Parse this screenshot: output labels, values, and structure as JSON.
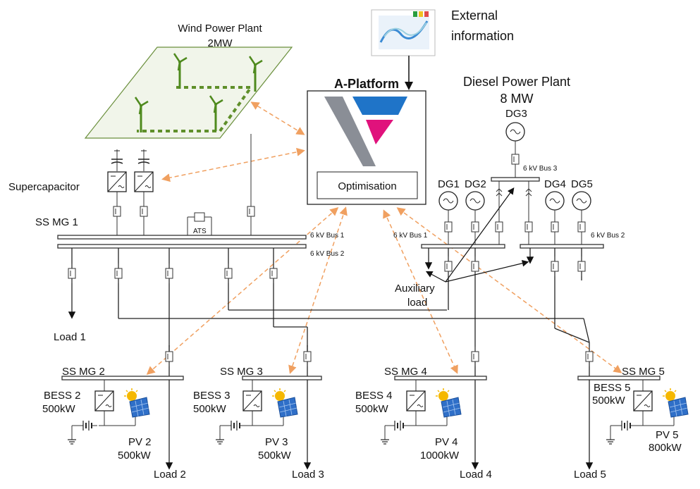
{
  "wind": {
    "title": "Wind Power Plant",
    "capacity": "2MW"
  },
  "external": {
    "line1": "External",
    "line2": "information"
  },
  "platform": {
    "title": "A-Platform",
    "button": "Optimisation"
  },
  "diesel": {
    "title": "Diesel Power Plant",
    "capacity": "8 MW",
    "generators": [
      "DG1",
      "DG2",
      "DG3",
      "DG4",
      "DG5"
    ]
  },
  "buses": {
    "bus1": "6 kV Bus 1",
    "bus2": "6 kV Bus 2",
    "bus3": "6 kV Bus 3"
  },
  "supercap": {
    "label": "Supercapacitor"
  },
  "ssmg1": {
    "label": "SS MG 1",
    "ats": "ATS"
  },
  "auxiliary": {
    "line1": "Auxiliary",
    "line2": "load"
  },
  "loads": {
    "load1": "Load 1",
    "load2": "Load 2",
    "load3": "Load 3",
    "load4": "Load 4",
    "load5": "Load 5"
  },
  "mg2": {
    "label": "SS MG 2",
    "bess": "BESS 2",
    "bess_p": "500kW",
    "pv": "PV 2",
    "pv_p": "500kW"
  },
  "mg3": {
    "label": "SS MG 3",
    "bess": "BESS 3",
    "bess_p": "500kW",
    "pv": "PV 3",
    "pv_p": "500kW"
  },
  "mg4": {
    "label": "SS MG 4",
    "bess": "BESS 4",
    "bess_p": "500kW",
    "pv": "PV 4",
    "pv_p": "1000kW"
  },
  "mg5": {
    "label": "SS MG 5",
    "bess": "BESS 5",
    "bess_p": "500kW",
    "pv": "PV 5",
    "pv_p": "800kW"
  },
  "colors": {
    "platform_grey": "#8a8e96",
    "platform_blue": "#1f74c8",
    "platform_magenta": "#e0127c",
    "wind_green": "#5f8f2a",
    "comm_arrow": "#f0a060",
    "wind_area": "#f1f5ea"
  }
}
